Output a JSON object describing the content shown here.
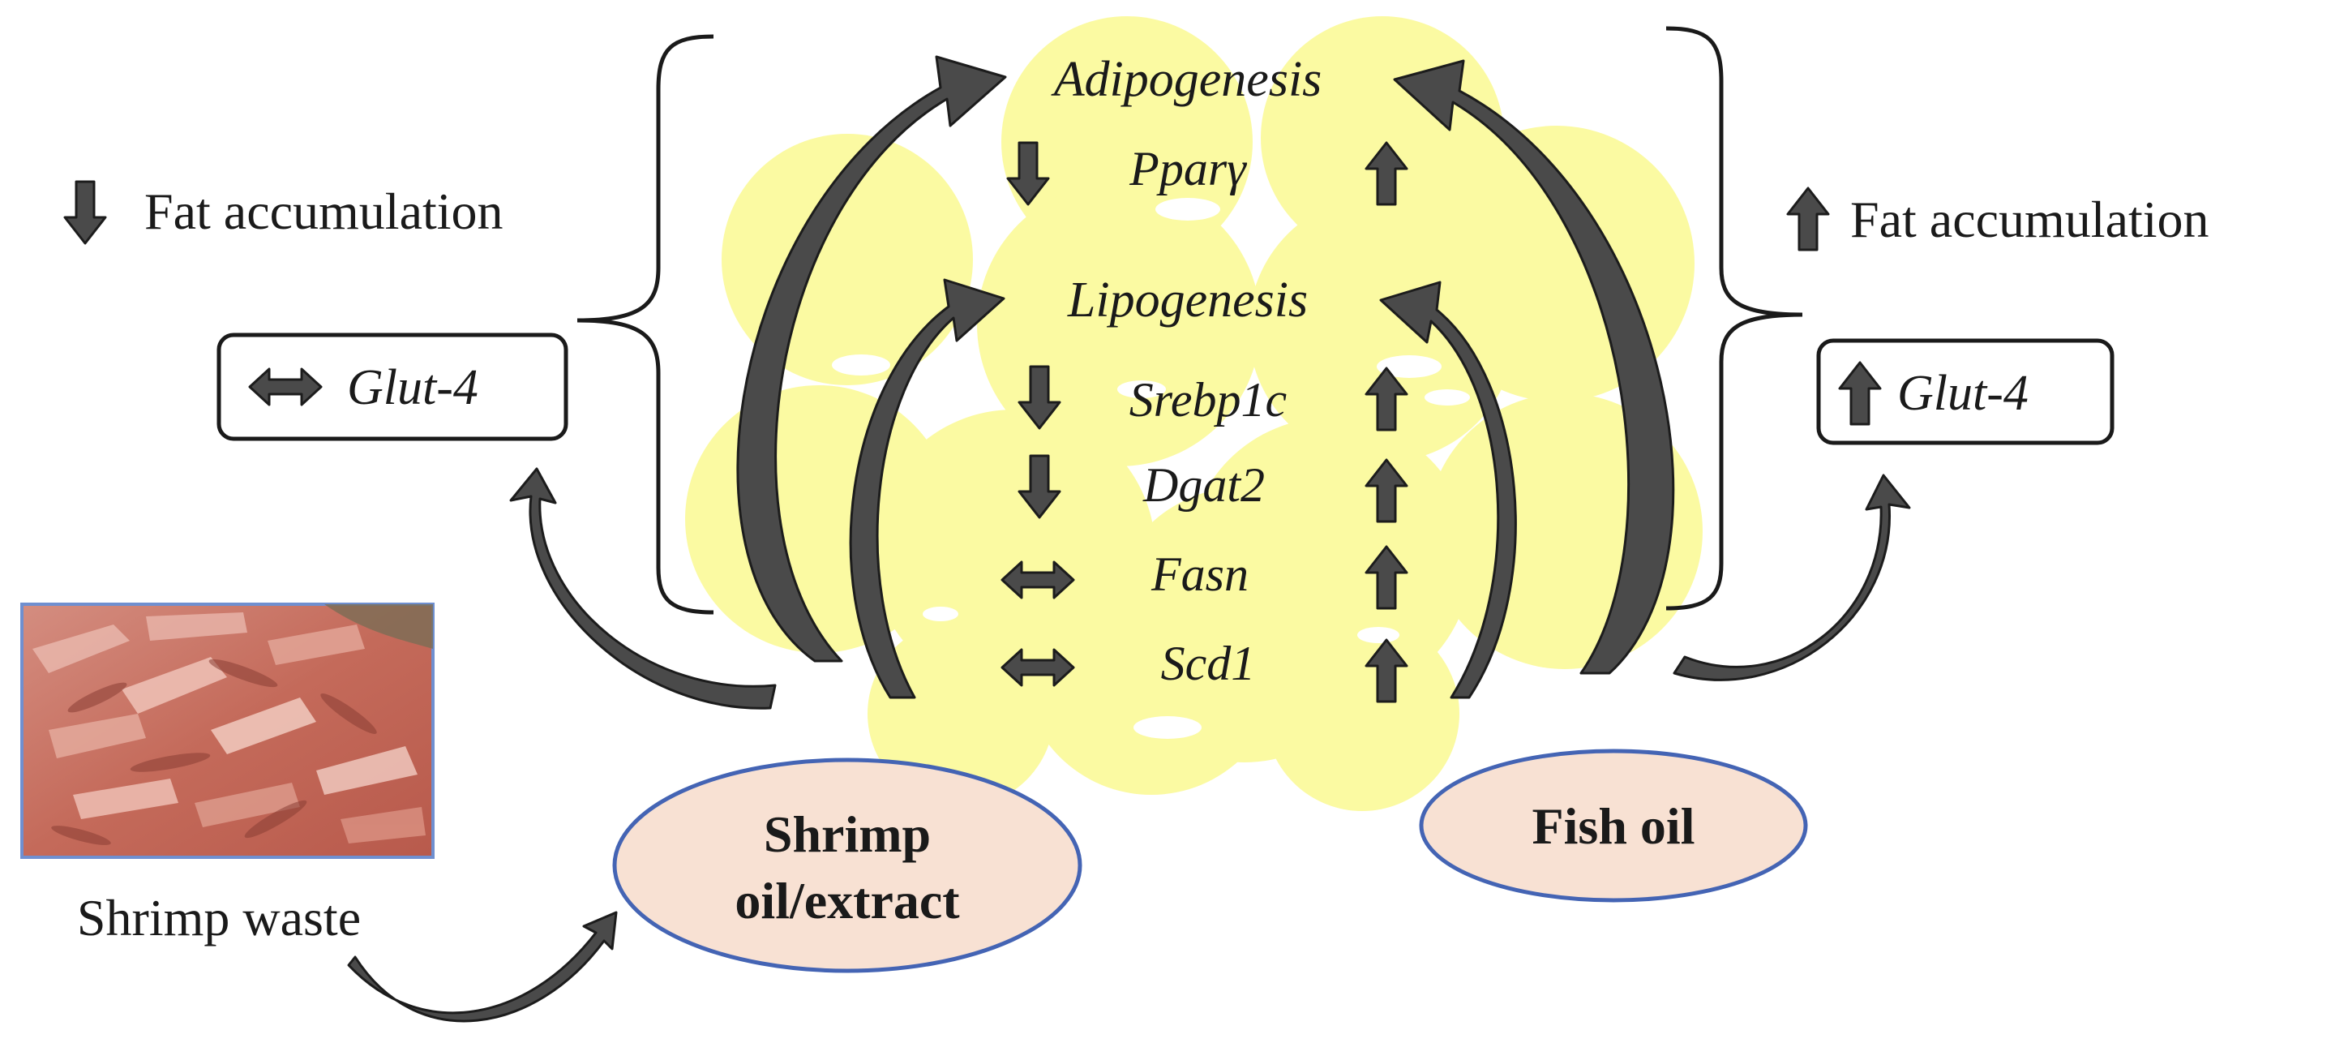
{
  "adipocyte_pathways": {
    "adipogenesis": {
      "label": "Adipogenesis",
      "genes": [
        "Pparγ"
      ]
    },
    "lipogenesis": {
      "label": "Lipogenesis",
      "genes": [
        "Srebp1c",
        "Dgat2",
        "Fasn",
        "Scd1"
      ]
    }
  },
  "shrimp_side": {
    "source_label": "Shrimp waste",
    "treatment_line1": "Shrimp",
    "treatment_line2": "oil/extract",
    "fat_label": "Fat accumulation",
    "fat_effect": "decrease",
    "glut4_label": "Glut-4",
    "glut4_effect": "no-change",
    "gene_effects": {
      "Pparγ": "decrease",
      "Srebp1c": "decrease",
      "Dgat2": "decrease",
      "Fasn": "no-change",
      "Scd1": "no-change"
    }
  },
  "fish_side": {
    "treatment_label": "Fish oil",
    "fat_label": "Fat accumulation",
    "fat_effect": "increase",
    "glut4_label": "Glut-4",
    "glut4_effect": "increase",
    "gene_effects": {
      "Pparγ": "increase",
      "Srebp1c": "increase",
      "Dgat2": "increase",
      "Fasn": "increase",
      "Scd1": "increase"
    }
  },
  "icons": {
    "decrease": "down-arrow-icon",
    "increase": "up-arrow-icon",
    "no-change": "double-arrow-icon",
    "photo": "shrimp-waste-photo"
  },
  "colors": {
    "adipocyte_fill": "#fbfaa2",
    "adipocyte_gap": "#ffffff",
    "arrow_fill": "#4a4a4a",
    "arrow_stroke": "#1c1c1c",
    "treatment_fill": "#f8e1d3",
    "treatment_border": "#4464b4",
    "photo_border": "#6f8fd0"
  }
}
